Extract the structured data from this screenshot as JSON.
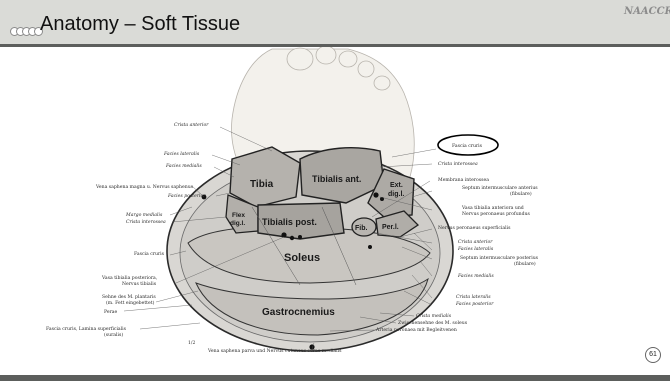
{
  "slide": {
    "title": "Anatomy – Soft Tissue",
    "logo": "NAACCR",
    "page_number": "61"
  },
  "figure": {
    "muscles": {
      "tibia": "Tibia",
      "tibialis_ant": "Tibialis ant.",
      "ext_dig": "Ext.",
      "ext_dig2": "dig.l.",
      "flex_dig": "Flex",
      "flex_dig2": "dig.l.",
      "tibialis_post": "Tibialis post.",
      "fib": "Fib.",
      "per": "Per.l.",
      "soleus": "Soleus",
      "gastrocnemius": "Gastrocnemius"
    },
    "left_labels": [
      "Crista anterior",
      "Facies lateralis",
      "Facies medialis",
      "Vena saphena magna u. Nervus saphenus",
      "Facies posterior",
      "Margo medialis",
      "Crista interossea",
      "Fascia cruris",
      "Vasa tibialia posteriora,",
      "Nervus tibialis",
      "Sehne des M. plantaris",
      "(m. Fett eingebettet)",
      "Perae",
      "Fascia cruris, Lamina superficialis",
      "(suralis)"
    ],
    "right_labels": [
      "Fascia cruris",
      "Crista interossea",
      "Membrana interossea",
      "Septum intermusculare anterius",
      "(fibulare)",
      "Vasa tibialia anteriora und",
      "Nervus peronaeus profundus",
      "Nervus peronaeus superficialis",
      "Crista anterior",
      "Facies lateralis",
      "Septum intermusculare posterius",
      "(fibulare)",
      "Facies medialis",
      "Crista lateralis",
      "Facies posterior",
      "Crista medialis",
      "Zwischensehne des M. soleus",
      "Arteria peronaea mit Begleitvenen"
    ],
    "bottom_label": "Vena saphena parva und Nervus cutaneus surae medialis",
    "scale": "1/2"
  }
}
